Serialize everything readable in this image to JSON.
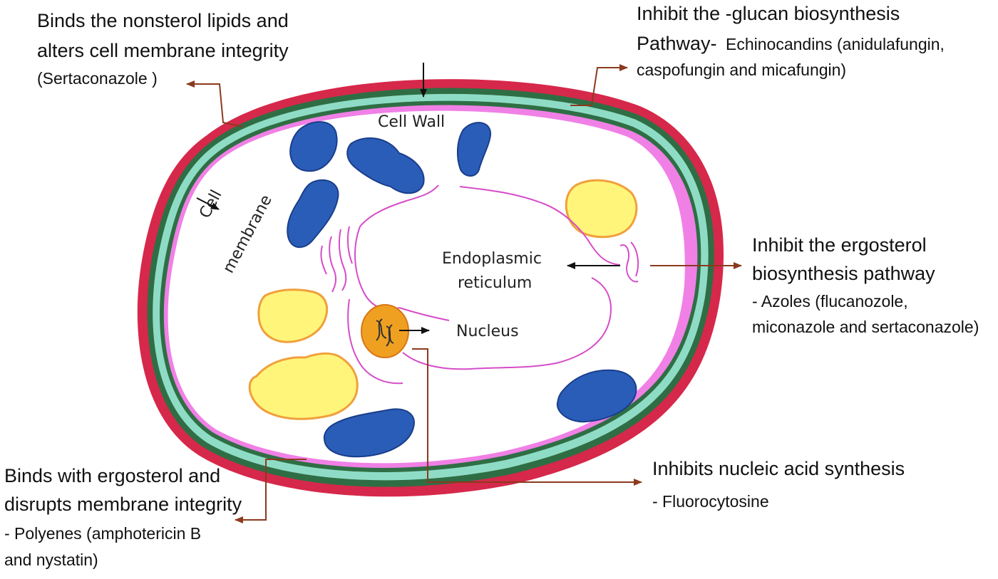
{
  "labels": {
    "top_left": {
      "line1": "Binds the nonsterol lipids and",
      "line2": "alters cell membrane integrity",
      "line3": "(Sertaconazole )"
    },
    "top_right": {
      "line1": "Inhibit the -glucan biosynthesis",
      "line2a": "Pathway-",
      "line2b": "Echinocandins (anidulafungin,",
      "line3": "caspofungin and micafungin)"
    },
    "mid_right": {
      "line1": "Inhibit the ergosterol",
      "line2": "biosynthesis pathway",
      "line3": "- Azoles (flucanozole,",
      "line4": "miconazole and sertaconazole)"
    },
    "bottom_right": {
      "line1": "Inhibits nucleic acid synthesis",
      "line2": "- Fluorocytosine"
    },
    "bottom_left": {
      "line1": "Binds with ergosterol and",
      "line2": "disrupts membrane integrity",
      "line3": "- Polyenes (amphotericin B",
      "line4": "and nystatin)"
    }
  },
  "cell_labels": {
    "cell_wall": "Cell Wall",
    "cell_membrane_1": "Cell",
    "cell_membrane_2": "membrane",
    "er_1": "Endoplasmic",
    "er_2": "reticulum",
    "nucleus": "Nucleus"
  },
  "colors": {
    "cell_wall": "#d6284a",
    "membrane_green": "#2f6e44",
    "membrane_teal": "#8fdcc6",
    "inner_pink": "#f080e6",
    "mitochondria": "#2a5db8",
    "vacuole": "#fff57a",
    "vacuole_edge": "#f0a03c",
    "er": "#d64cc8",
    "nucleus": "#f0a020",
    "arrow": "#8b3a1e"
  }
}
